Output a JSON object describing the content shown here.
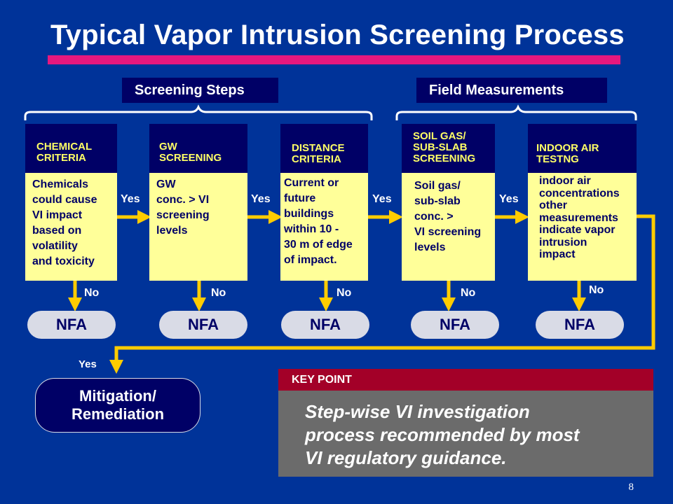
{
  "slide": {
    "title": "Typical Vapor Intrusion Screening Process",
    "page_number": "8"
  },
  "groups": {
    "screening_steps": "Screening Steps",
    "field_measurements": "Field Measurements"
  },
  "steps": [
    {
      "title": [
        "CHEMICAL",
        "CRITERIA"
      ],
      "body": [
        "Chemicals",
        "could cause",
        "VI impact",
        "based on",
        "volatility",
        "and toxicity"
      ]
    },
    {
      "title": [
        "GW",
        "SCREENING"
      ],
      "body": [
        "GW",
        "conc. >  VI",
        "screening",
        "levels"
      ]
    },
    {
      "title": [
        "DISTANCE",
        "CRITERIA"
      ],
      "body": [
        "Current or",
        "future",
        "buildings",
        "within 10 -",
        "30 m of edge",
        "of impact."
      ]
    },
    {
      "title": [
        "SOIL GAS/",
        "SUB-SLAB",
        "SCREENING"
      ],
      "body": [
        "Soil gas/",
        "sub-slab",
        "conc.  >",
        "VI screening",
        "levels"
      ]
    },
    {
      "title": [
        "INDOOR AIR",
        "TESTNG"
      ],
      "body": [
        "indoor air",
        "concentrations",
        "other",
        "measurements",
        "indicate vapor",
        "intrusion",
        "impact"
      ]
    }
  ],
  "flow": {
    "yes": "Yes",
    "no": "No",
    "nfa": "NFA"
  },
  "outcome": {
    "line1": "Mitigation/",
    "line2": "Remediation"
  },
  "key_point": {
    "header": "KEY POINT",
    "lines": [
      "Step-wise VI investigation",
      "process recommended by most",
      "VI regulatory guidance."
    ]
  },
  "colors": {
    "background": "#003399",
    "box_dark": "#000066",
    "box_body": "#ffff99",
    "step_title": "#ffff66",
    "arrow": "#ffcc00",
    "title_underline": "#e6187e",
    "key_header": "#a30028",
    "key_body": "#6b6b6b",
    "nfa_pill": "#d9dbe6"
  }
}
